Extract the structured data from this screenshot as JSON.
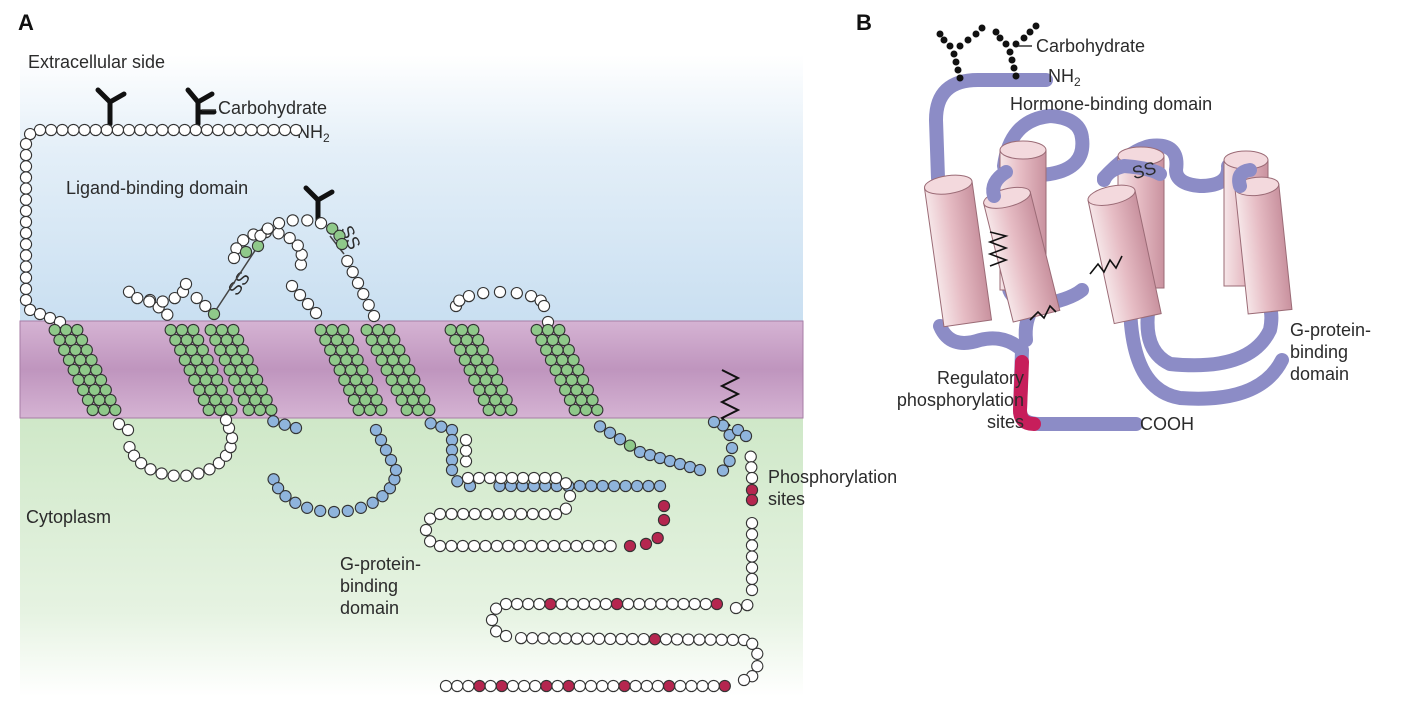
{
  "panel_a": {
    "letter": "A",
    "extracellular": "Extracellular side",
    "cytoplasm": "Cytoplasm",
    "carbohydrate": "Carbohydrate",
    "nh2": "NH",
    "nh2_sub": "2",
    "ligand_binding": "Ligand-binding domain",
    "ss1": "SS",
    "ss2": "SS",
    "phospho_line1": "Phosphorylation",
    "phospho_line2": "sites",
    "gprotein_line1": "G-protein-",
    "gprotein_line2": "binding",
    "gprotein_line3": "domain"
  },
  "panel_b": {
    "letter": "B",
    "carbohydrate": "Carbohydrate",
    "nh2": "NH",
    "nh2_sub": "2",
    "hormone_binding": "Hormone-binding domain",
    "ss": "SS",
    "gprotein_line1": "G-protein-",
    "gprotein_line2": "binding",
    "gprotein_line3": "domain",
    "regulatory_line1": "Regulatory",
    "regulatory_line2": "phosphorylation",
    "regulatory_line3": "sites",
    "cooh": "COOH"
  },
  "colors": {
    "residue_plain": "#ffffff",
    "residue_tm": "#8fc98a",
    "residue_loop": "#8fb4dc",
    "residue_phospho": "#b5264f",
    "membrane": "#c9a4c8",
    "extracellular_bg": "#d6e8f6",
    "cytoplasm_bg": "#d6ecd1",
    "ribbon": "#9f9fd2",
    "ribbon_phospho": "#c71e5b",
    "helix": "#e9c5cc"
  }
}
